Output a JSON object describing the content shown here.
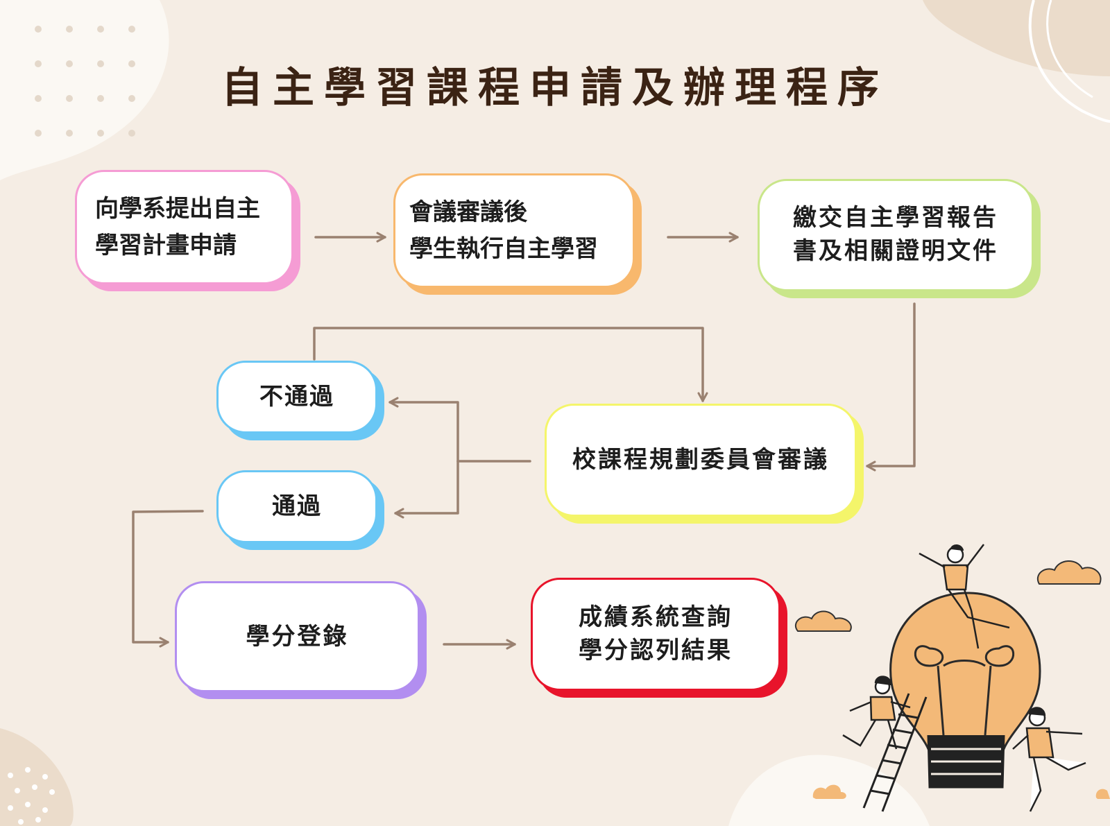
{
  "title": "自主學習課程申請及辦理程序",
  "colors": {
    "background": "#f5ede4",
    "connector": "#9a8170",
    "title": "#3b2314",
    "pink": "#f59cd4",
    "orange": "#f8b86d",
    "green": "#c9e68a",
    "blue": "#69c7f5",
    "yellow": "#f4f56a",
    "purple": "#b28ef0",
    "red": "#e8142b",
    "illustration_accent": "#f3b978"
  },
  "nodes": {
    "apply": [
      "向學系提出自主",
      "學習計畫申請"
    ],
    "execute": [
      "會議審議後",
      "學生執行自主學習"
    ],
    "submit": [
      "繳交自主學習報告",
      "書及相關證明文件"
    ],
    "review": [
      "校課程規劃委員會審議"
    ],
    "fail": [
      "不通過"
    ],
    "pass": [
      "通過"
    ],
    "credit": [
      "學分登錄"
    ],
    "result": [
      "成績系統查詢",
      "學分認列結果"
    ]
  },
  "illustration": [
    "lightbulb-icon",
    "ladder-icon",
    "person-icon",
    "cloud-icon"
  ]
}
